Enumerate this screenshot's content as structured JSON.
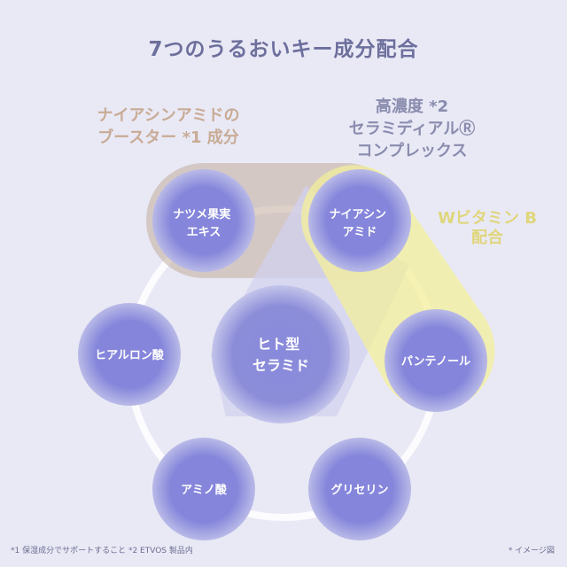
{
  "title": "7つのうるおいキー成分配合",
  "labels": {
    "booster": "ナイアシンアミドの\nブースター *1 成分",
    "complex": "高濃度 *2\nセラミディアルⓇ\nコンプレックス",
    "vitamin": "Wビタミン B\n配合"
  },
  "center": "ヒト型\nセラミド",
  "ingredients": [
    "ナツメ果実\nエキス",
    "ナイアシン\nアミド",
    "パンテノール",
    "グリセリン",
    "アミノ酸",
    "ヒアルロン酸"
  ],
  "footnote": "*1 保湿成分でサポートすること *2 ETVOS 製品内",
  "image_note": "* イメージ図",
  "colors": {
    "background": "#e9e9f6",
    "title": "#6d6f9c",
    "booster": "#c8ab95",
    "complex": "#8a8cae",
    "vitamin": "#e0d67c",
    "node": "#7f80d2"
  }
}
